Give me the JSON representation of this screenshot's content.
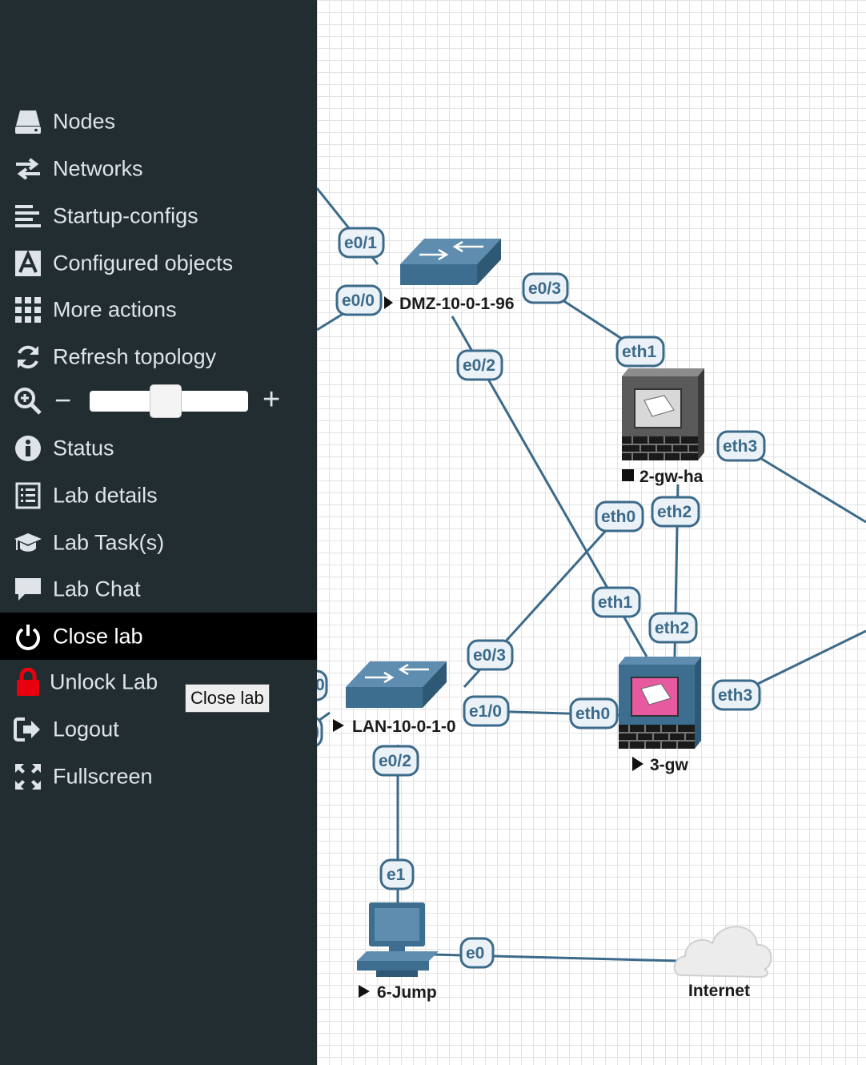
{
  "sidebar": {
    "items": [
      {
        "id": "nodes",
        "label": "Nodes",
        "icon": "hdd-icon"
      },
      {
        "id": "networks",
        "label": "Networks",
        "icon": "exchange-icon"
      },
      {
        "id": "startup",
        "label": "Startup-configs",
        "icon": "align-left-icon"
      },
      {
        "id": "configured",
        "label": "Configured objects",
        "icon": "font-a-icon"
      },
      {
        "id": "more",
        "label": "More actions",
        "icon": "grid-icon"
      },
      {
        "id": "refresh",
        "label": "Refresh topology",
        "icon": "refresh-icon"
      },
      {
        "id": "status",
        "label": "Status",
        "icon": "info-circle-icon"
      },
      {
        "id": "labdetails",
        "label": "Lab details",
        "icon": "list-alt-icon"
      },
      {
        "id": "labtasks",
        "label": "Lab Task(s)",
        "icon": "graduation-cap-icon"
      },
      {
        "id": "labchat",
        "label": "Lab Chat",
        "icon": "comment-icon"
      },
      {
        "id": "closelab",
        "label": "Close lab",
        "icon": "power-icon"
      },
      {
        "id": "unlock",
        "label": "Unlock Lab",
        "icon": "lock-icon"
      },
      {
        "id": "logout",
        "label": "Logout",
        "icon": "sign-out-icon"
      },
      {
        "id": "fullscreen",
        "label": "Fullscreen",
        "icon": "expand-icon"
      }
    ],
    "zoom": {
      "minus": "−",
      "plus": "+",
      "level": 0.47
    },
    "tooltip": "Close lab"
  },
  "topology": {
    "nodes": {
      "dmz": "DMZ-10-0-1-96",
      "lan": "LAN-10-0-1-0",
      "gwha": "2-gw-ha",
      "gw": "3-gw",
      "jump": "6-Jump",
      "internet": "Internet"
    },
    "ports": {
      "dmz_e01": "e0/1",
      "dmz_e00": "e0/0",
      "dmz_e03": "e0/3",
      "dmz_e02": "e0/2",
      "gwha_eth1": "eth1",
      "gwha_eth3": "eth3",
      "gwha_eth0": "eth0",
      "gwha_eth2": "eth2",
      "gw_eth1": "eth1",
      "gw_eth2": "eth2",
      "gw_eth0": "eth0",
      "gw_eth3": "eth3",
      "lan_e03": "e0/3",
      "lan_e10": "e1/0",
      "lan_e02": "e0/2",
      "jump_e1": "e1",
      "jump_e0": "e0",
      "lan_left_top": "0",
      "lan_left_bottom": ")"
    },
    "colors": {
      "link": "#3c6a8a",
      "switch": "#3d6e8f",
      "sidebar": "#222d32",
      "lock": "#e8000f"
    }
  }
}
